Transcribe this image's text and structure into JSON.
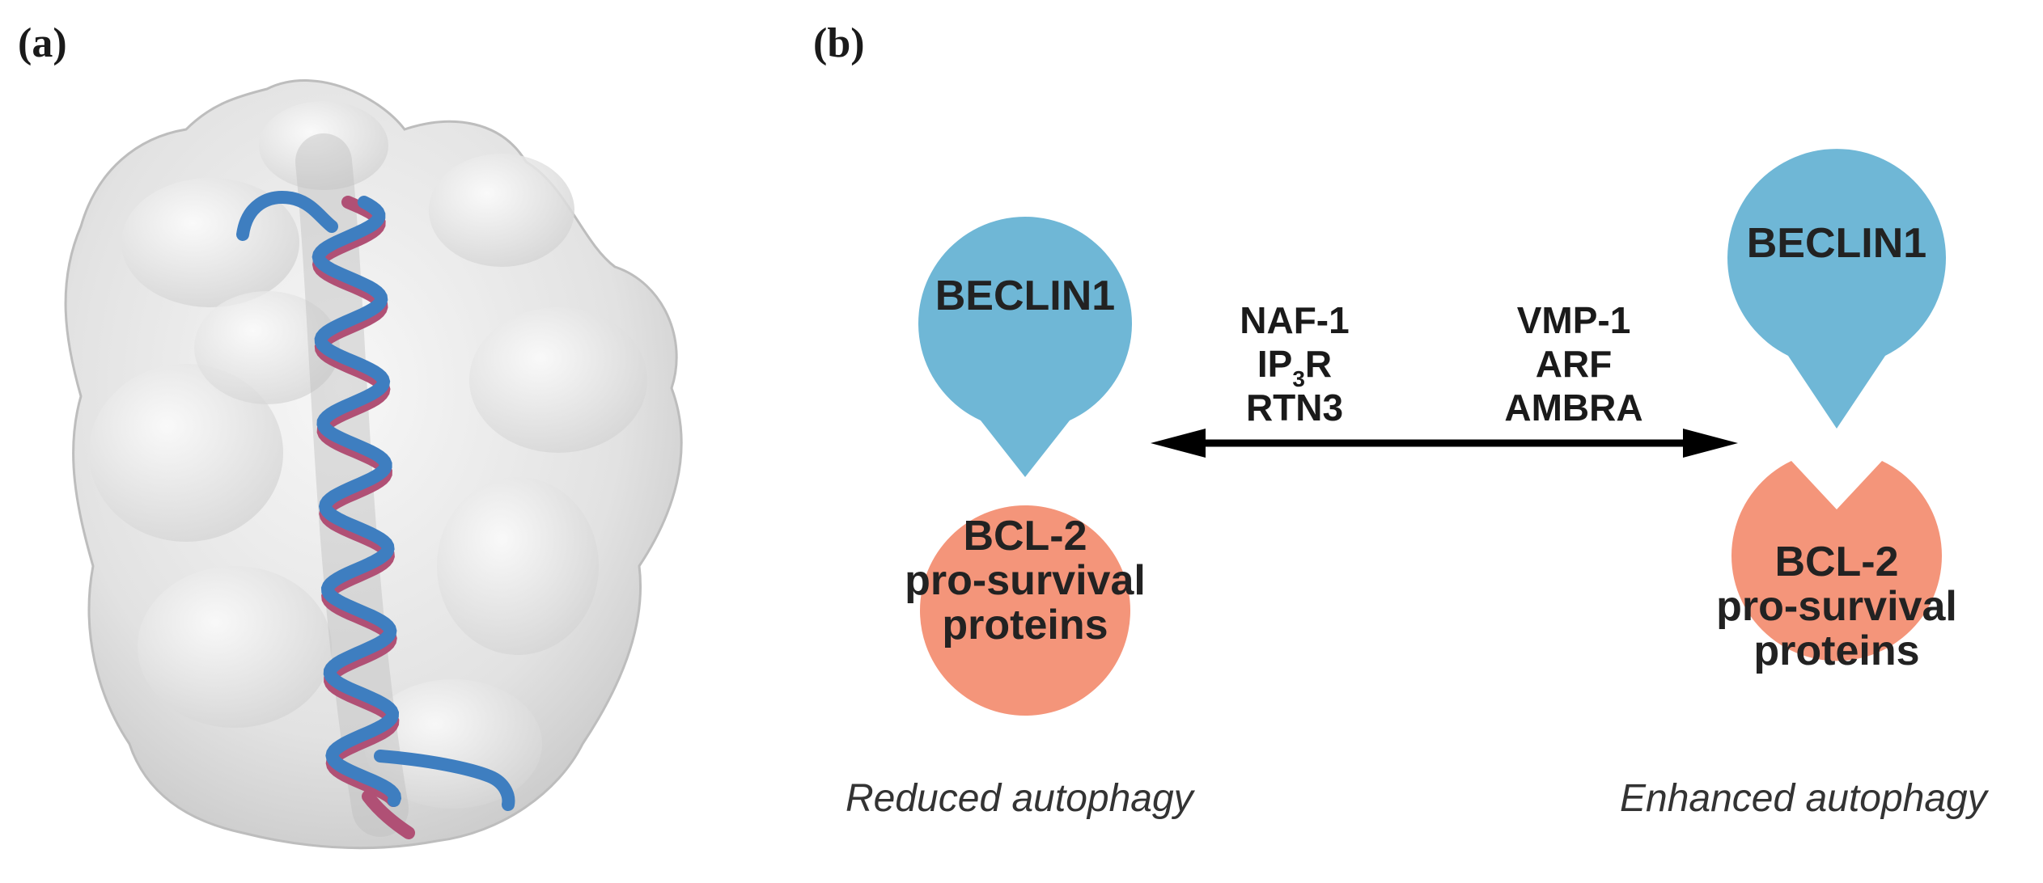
{
  "panels": {
    "a": {
      "label": "(a)"
    },
    "b": {
      "label": "(b)"
    }
  },
  "colors": {
    "beclin": "#6fb7d6",
    "bcl2": "#f4957a",
    "surface": "#e6e6e6",
    "helix_blue": "#3e7ec0",
    "helix_red": "#b05075",
    "arrow": "#000000"
  },
  "left_complex": {
    "beclin": "BECLIN1",
    "bcl2": [
      "BCL-2",
      "pro-survival",
      "proteins"
    ],
    "caption": "Reduced autophagy"
  },
  "right_complex": {
    "beclin": "BECLIN1",
    "bcl2": [
      "BCL-2",
      "pro-survival",
      "proteins"
    ],
    "caption": "Enhanced autophagy"
  },
  "regulators_left": {
    "items": [
      "NAF-1",
      "IP",
      "R",
      "RTN3"
    ],
    "subscript": "3"
  },
  "regulators_right": {
    "items": [
      "VMP-1",
      "ARF",
      "AMBRA"
    ]
  }
}
